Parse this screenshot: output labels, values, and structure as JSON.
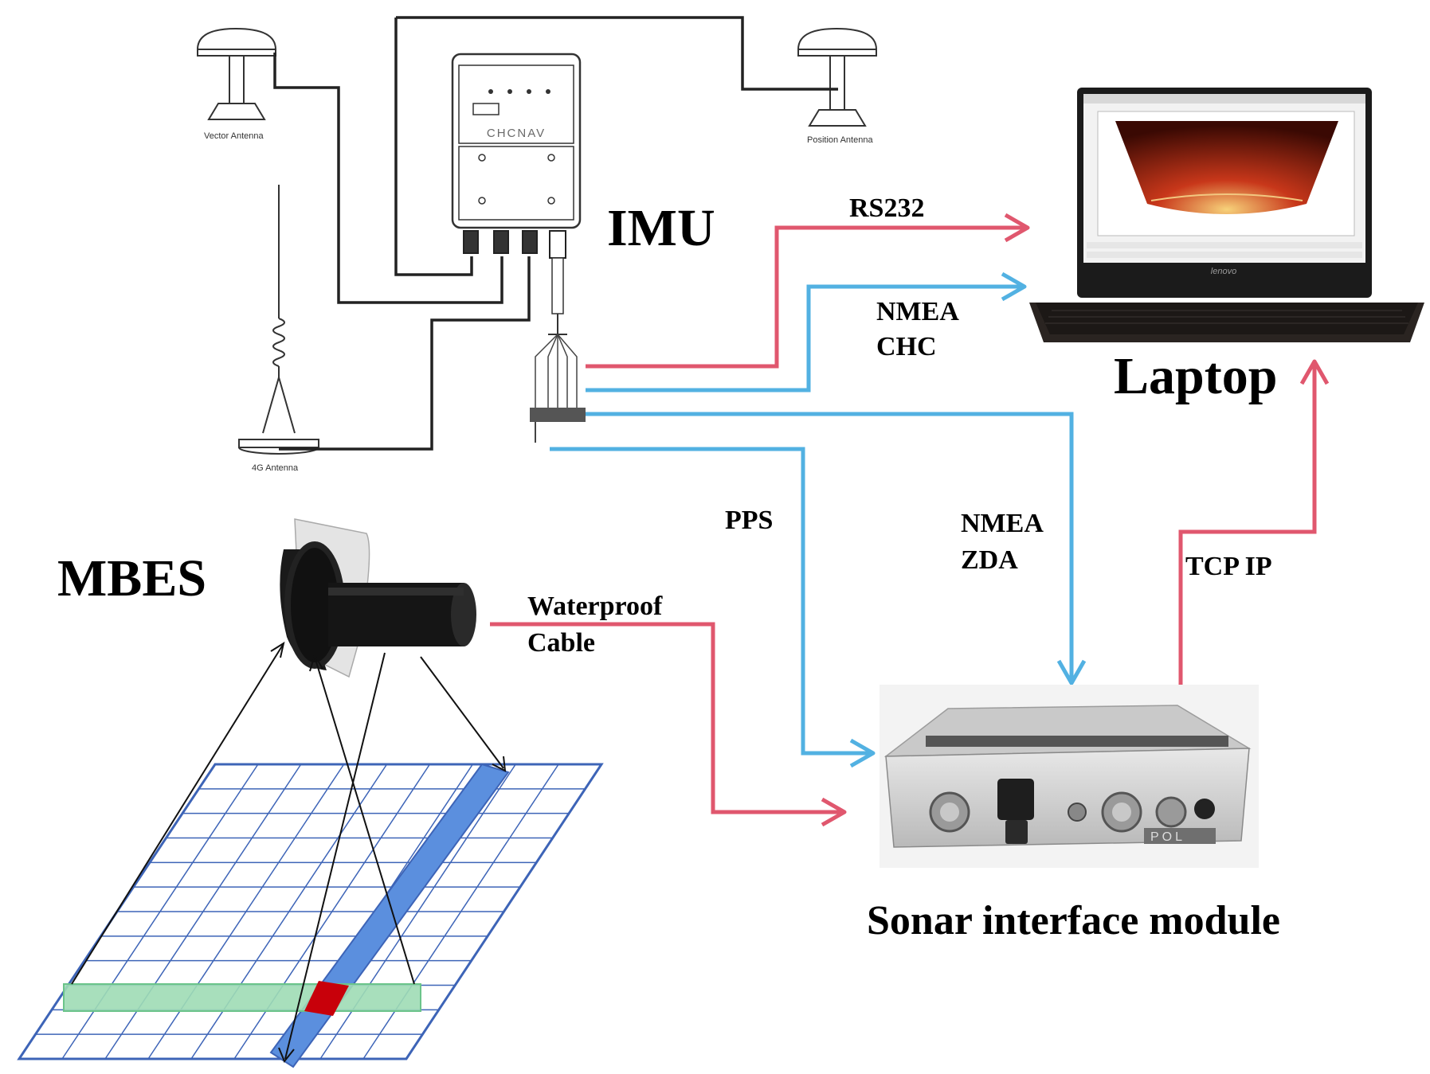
{
  "labels": {
    "imu": "IMU",
    "laptop": "Laptop",
    "mbes": "MBES",
    "sonar_module": "Sonar interface module",
    "rs232": "RS232",
    "nmea_chc_line1": "NMEA",
    "nmea_chc_line2": "CHC",
    "pps": "PPS",
    "nmea_zda_line1": "NMEA",
    "nmea_zda_line2": "ZDA",
    "tcp_ip": "TCP IP",
    "cable_line1": "Waterproof",
    "cable_line2": "Cable"
  },
  "antennas": {
    "vector": "Vector Antenna",
    "position": "Position Antenna",
    "g4": "4G Antenna"
  },
  "devices": {
    "imu_brand": "CHCNAV",
    "laptop_brand": "lenovo",
    "sonar_brand": "POL"
  },
  "colors": {
    "red_line": "#e0576e",
    "blue_line": "#52b1e2",
    "grid": "#3d64b7",
    "blue_swath": "#5b8fde",
    "green_swath": "#9edbb5",
    "red_cell": "#c8000a"
  }
}
